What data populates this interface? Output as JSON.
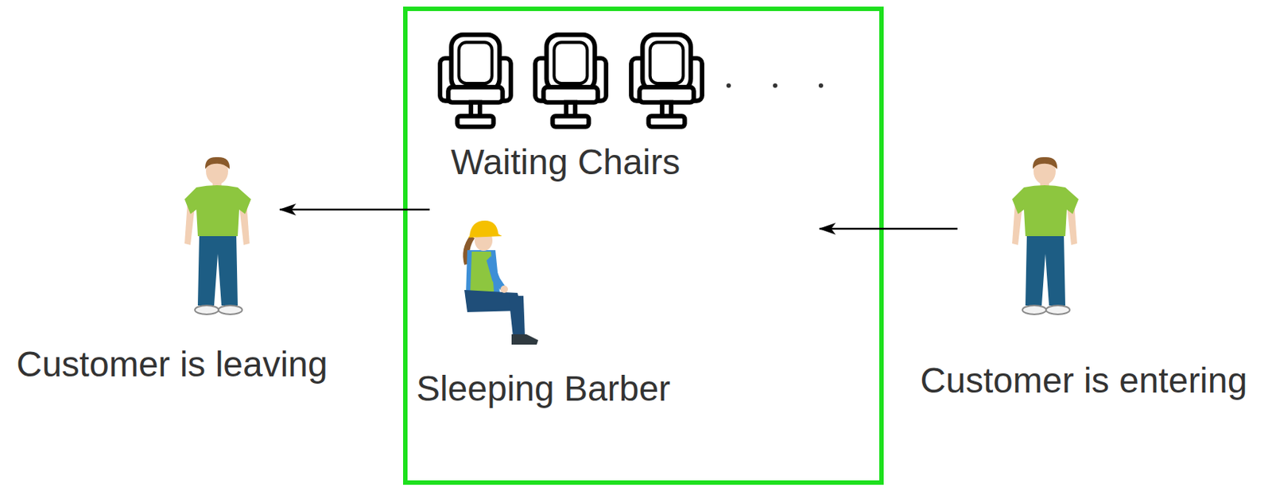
{
  "diagram": {
    "nodes": [
      {
        "text": [
          "Customer is leaving"
        ]
      },
      {
        "text": [
          "Waiting Chairs",
          "Sleeping Barber"
        ]
      },
      {
        "text": [
          "Customer is entering"
        ]
      }
    ],
    "edges": [
      {
        "from": 1,
        "to": 0,
        "arrow": "to"
      },
      {
        "from": 2,
        "to": 1,
        "arrow": "to"
      }
    ]
  }
}
